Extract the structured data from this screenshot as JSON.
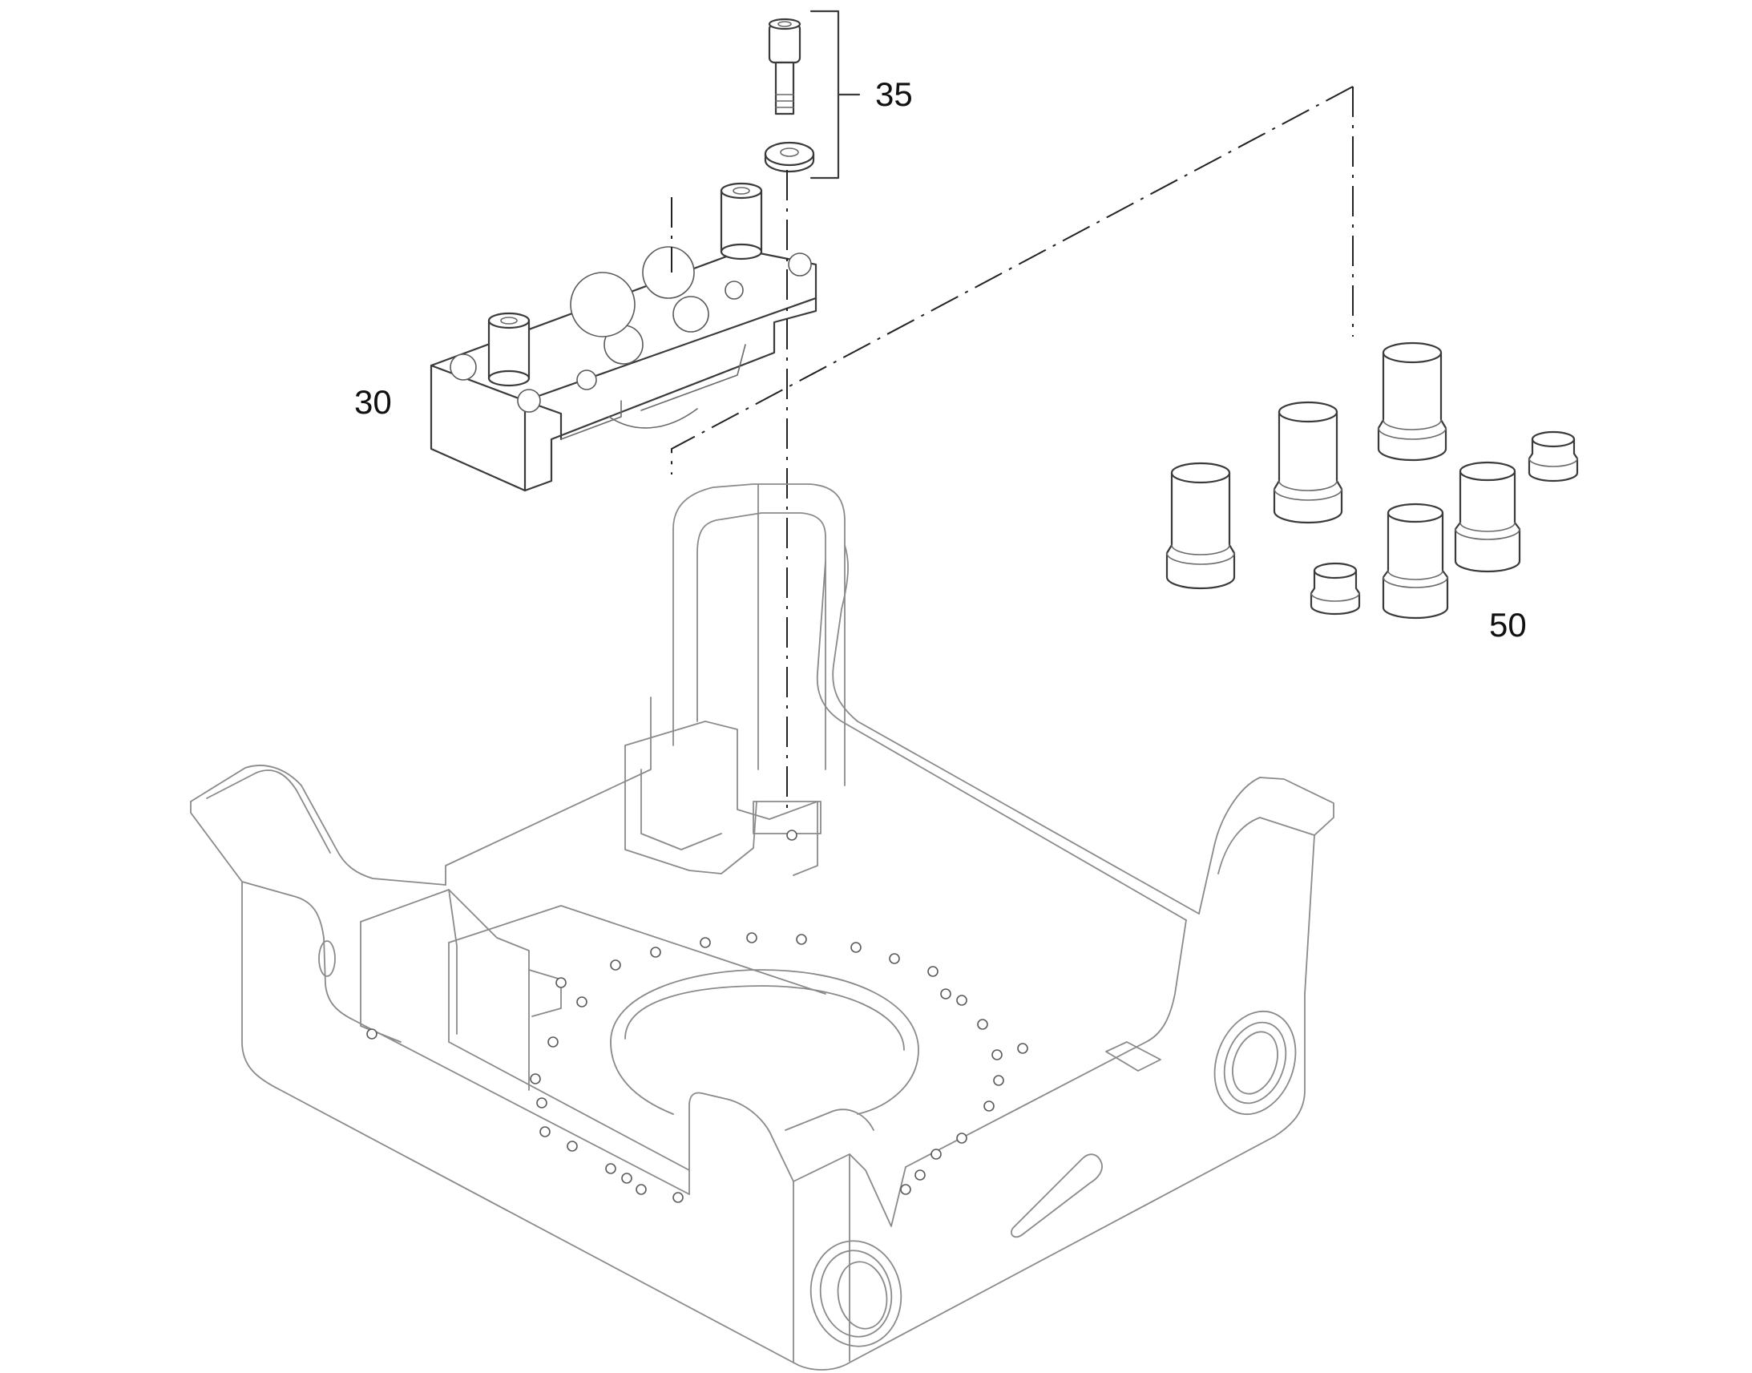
{
  "callouts": {
    "bolt_washer_set": "35",
    "valve_block": "30",
    "cylinder_plugs": "50"
  },
  "colors": {
    "line": "#3a3a3a",
    "background": "#ffffff",
    "text": "#111111"
  }
}
